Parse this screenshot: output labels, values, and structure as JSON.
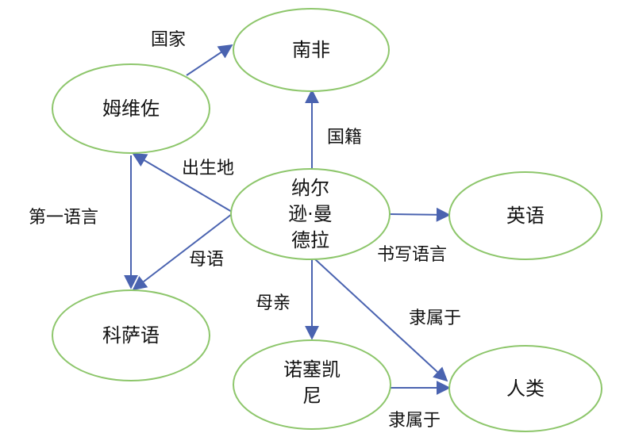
{
  "colors": {
    "node_border": "#8DC66B",
    "edge": "#4A63B0",
    "text": "#111111"
  },
  "nodes": {
    "south_africa": {
      "label": "南非"
    },
    "mvezo": {
      "label": "姆维佐"
    },
    "mandela": {
      "lines": [
        "纳尔",
        "逊·曼",
        "德拉"
      ]
    },
    "english": {
      "label": "英语"
    },
    "xhosa": {
      "label": "科萨语"
    },
    "nosekeni": {
      "lines": [
        "诺塞凯",
        "尼"
      ]
    },
    "human": {
      "label": "人类"
    }
  },
  "edges": {
    "country": "国家",
    "nationality": "国籍",
    "birthplace": "出生地",
    "first_language": "第一语言",
    "mother_tongue": "母语",
    "written_language": "书写语言",
    "mother": "母亲",
    "belongs_to_1": "隶属于",
    "belongs_to_2": "隶属于"
  }
}
